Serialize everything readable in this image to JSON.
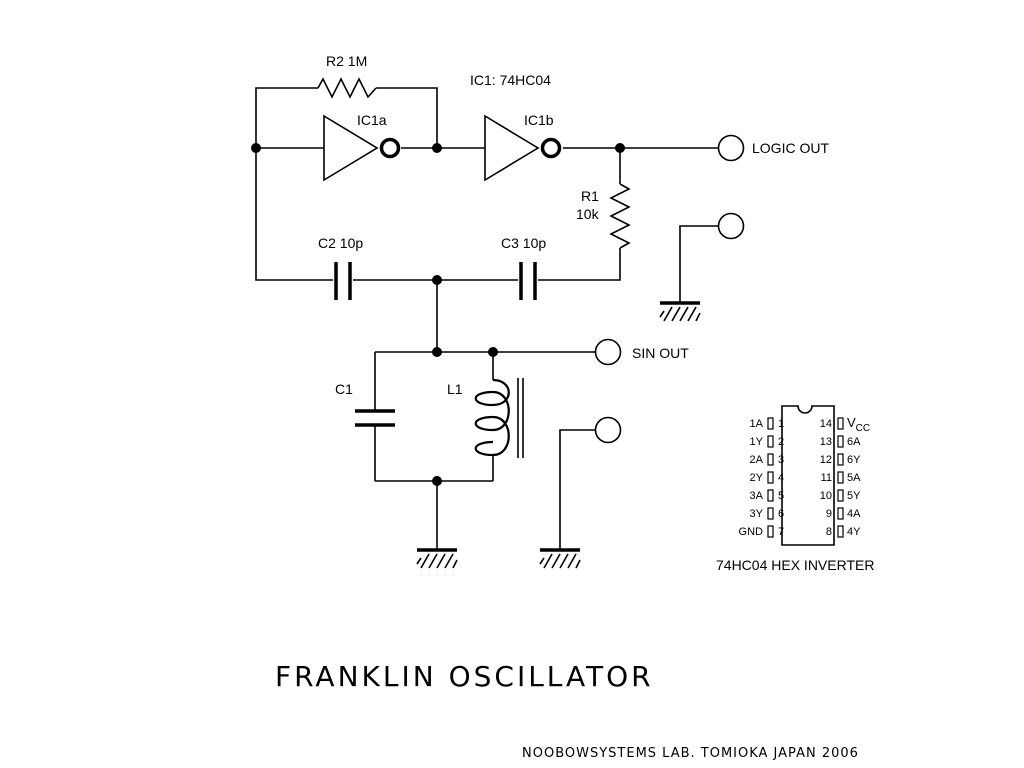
{
  "title": "FRANKLIN OSCILLATOR",
  "credit": "NOOBOWSYSTEMS LAB. TOMIOKA JAPAN 2006",
  "ic_label": "IC1: 74HC04",
  "components": {
    "r2": "R2 1M",
    "ic1a": "IC1a",
    "ic1b": "IC1b",
    "r1_name": "R1",
    "r1_value": "10k",
    "c2": "C2 10p",
    "c3": "C3 10p",
    "c1": "C1",
    "l1": "L1"
  },
  "terminals": {
    "logic_out": "LOGIC OUT",
    "sin_out": "SIN OUT"
  },
  "pinout": {
    "caption": "74HC04 HEX INVERTER",
    "left": [
      {
        "name": "1A",
        "num": "1"
      },
      {
        "name": "1Y",
        "num": "2"
      },
      {
        "name": "2A",
        "num": "3"
      },
      {
        "name": "2Y",
        "num": "4"
      },
      {
        "name": "3A",
        "num": "5"
      },
      {
        "name": "3Y",
        "num": "6"
      },
      {
        "name": "GND",
        "num": "7"
      }
    ],
    "right": [
      {
        "name": "V",
        "sub": "CC",
        "num": "14"
      },
      {
        "name": "6A",
        "num": "13"
      },
      {
        "name": "6Y",
        "num": "12"
      },
      {
        "name": "5A",
        "num": "11"
      },
      {
        "name": "5Y",
        "num": "10"
      },
      {
        "name": "4A",
        "num": "9"
      },
      {
        "name": "4Y",
        "num": "8"
      }
    ]
  }
}
